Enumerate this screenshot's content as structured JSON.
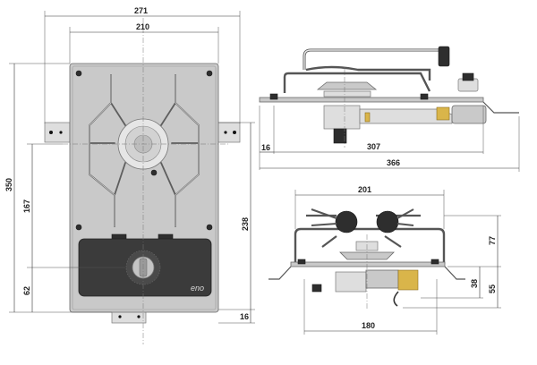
{
  "brand_logo": "eno",
  "dimensions": {
    "top_width_outer": "271",
    "top_width_inner": "210",
    "height_total": "350",
    "height_burner_area": "167",
    "height_knob_offset": "62",
    "height_cutout": "238",
    "bottom_offset": "16",
    "side_offset": "16",
    "side_depth": "307",
    "side_total": "366",
    "front_width": "201",
    "front_height_top": "77",
    "front_height_38": "38",
    "front_height_55": "55",
    "front_bottom_width": "180"
  }
}
